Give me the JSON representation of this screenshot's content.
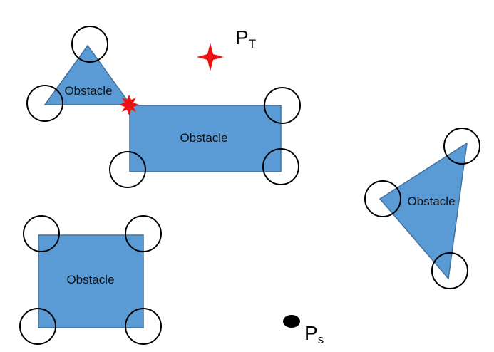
{
  "diagram": {
    "obstacles": [
      {
        "id": "triangle-left",
        "label": "Obstacle"
      },
      {
        "id": "rectangle-top",
        "label": "Obstacle"
      },
      {
        "id": "triangle-right",
        "label": "Obstacle"
      },
      {
        "id": "square-bottom",
        "label": "Obstacle"
      }
    ],
    "points": {
      "target": {
        "label": "P",
        "sub": "T",
        "marker": "red-four-point-star-icon",
        "color": "#ee1111"
      },
      "start": {
        "label": "P",
        "sub": "s",
        "marker": "black-dot-icon",
        "color": "#000000"
      }
    },
    "collision_marker": {
      "icon": "red-burst-icon",
      "color": "#ee1111"
    },
    "colors": {
      "obstacle_fill": "#5b9bd5",
      "obstacle_stroke": "#41719c",
      "circle_stroke": "#000000"
    }
  }
}
